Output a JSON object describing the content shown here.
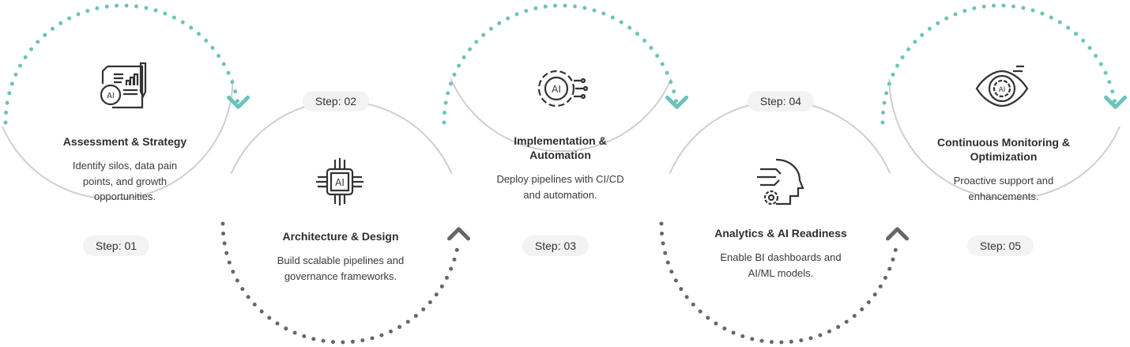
{
  "colors": {
    "teal": "#6cc3b8",
    "gray_dots": "#666666",
    "gray_line": "#cfcfcf",
    "pill": "#f3f3f3"
  },
  "steps": [
    {
      "label": "Step: 01",
      "title": "Assessment & Strategy",
      "desc": "Identify silos, data pain points, and growth opportunities.",
      "icon": "ai-report-icon"
    },
    {
      "label": "Step: 02",
      "title": "Architecture & Design",
      "desc": "Build scalable pipelines and governance frameworks.",
      "icon": "ai-chip-icon"
    },
    {
      "label": "Step: 03",
      "title": "Implementation & Automation",
      "desc": "Deploy pipelines with CI/CD and automation.",
      "icon": "ai-gear-icon"
    },
    {
      "label": "Step: 04",
      "title": "Analytics & AI Readiness",
      "desc": "Enable BI dashboards and AI/ML models.",
      "icon": "ai-head-icon"
    },
    {
      "label": "Step: 05",
      "title": "Continuous Monitoring & Optimization",
      "desc": "Proactive support and enhancements.",
      "icon": "ai-eye-icon"
    }
  ],
  "icon_text": "AI"
}
